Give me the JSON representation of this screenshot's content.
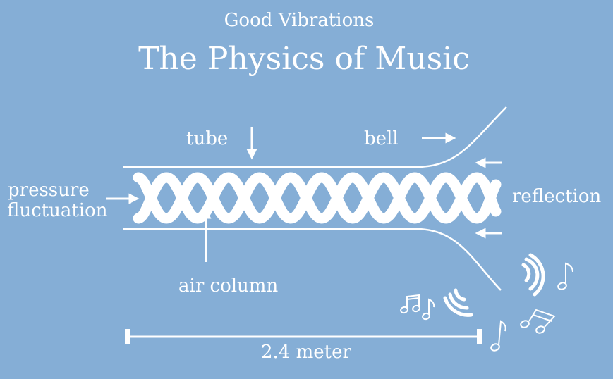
{
  "header": {
    "subtitle": "Good Vibrations",
    "title": "The Physics of Music"
  },
  "labels": {
    "tube": "tube",
    "bell": "bell",
    "pressure": "pressure",
    "fluctuation": "fluctuation",
    "reflection": "reflection",
    "air_column": "air column",
    "length": "2.4 meter"
  },
  "colors": {
    "background": "#85aed6",
    "foreground": "#ffffff"
  },
  "icons": [
    "arrow-icon",
    "sound-wave-icon",
    "music-note-icon",
    "beamed-notes-icon"
  ]
}
